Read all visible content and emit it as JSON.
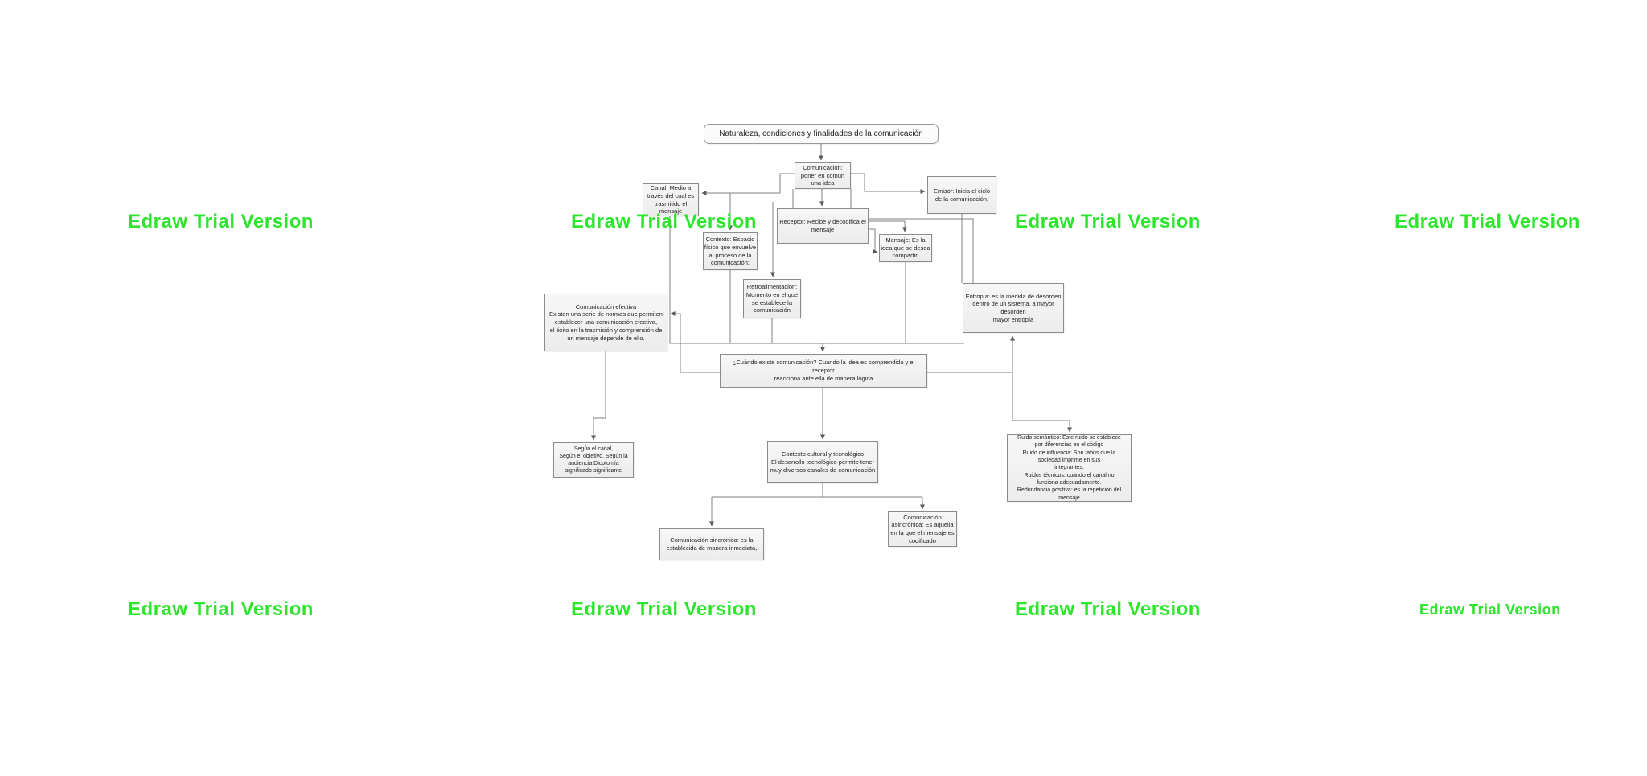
{
  "watermark": {
    "text": "Edraw Trial Version",
    "color": "#2ee52e"
  },
  "diagram": {
    "title": "Naturaleza, condiciones y finalidades de la comunicación",
    "edge_color": "#7f7f7f",
    "node_fill": "#f0f0f0",
    "node_border": "#8c8c8c",
    "nodes": [
      {
        "id": "titulo",
        "text": "Naturaleza, condiciones y finalidades de la comunicación"
      },
      {
        "id": "comunicacion",
        "text": "Comunicación:\nponer en común\nuna idea"
      },
      {
        "id": "canal",
        "text": "Canal: Medio a\ntravés del cual es\ntrasmitido el\nmensaje"
      },
      {
        "id": "emisor",
        "text": "Emisor: Inicia el ciclo\nde la comunicación,"
      },
      {
        "id": "receptor",
        "text": "Receptor: Recibe y decodifica el\nmensaje"
      },
      {
        "id": "contexto",
        "text": "Contexto: Espacio\nfísico que envuelve\nal proceso de la\ncomunicación;"
      },
      {
        "id": "mensaje",
        "text": "Mensaje: Es la\nidea que se desea\ncompartir,"
      },
      {
        "id": "retroalimentacion",
        "text": "Retroalimentación:\nMomento en el que\nse establece la\ncomunicación"
      },
      {
        "id": "entropia",
        "text": "Entropía: es la medida de desorden\ndentro de un sistema, a mayor\ndesorden\nmayor entropía"
      },
      {
        "id": "comunicacion-efectiva",
        "text": "Comunicación efectiva\nExisten una serie de normas que permiten\nestablecer una comunicación efectiva,\nel éxito en la trasmisión y comprensión de\nun mensaje depende de ello."
      },
      {
        "id": "cuando-existe",
        "text": "¿Cuándo existe comunicación? Cuando la idea es comprendida y el\nreceptor\nreacciona ante ella de manera lógica"
      },
      {
        "id": "segun-canal",
        "text": "Según el canal,\nSegún el objetivo, Según la\naudiencia.Dicotomía\nsignificado-significante"
      },
      {
        "id": "contexto-cultural",
        "text": "Contexto cultural y tecnológico\nEl desarrollo tecnológico permite tener\nmuy diversos canales de comunicación"
      },
      {
        "id": "ruidos",
        "text": "Ruido semántico: Este ruido se establece\npor diferencias en el código\nRuido de influencia: Son tabús que la\nsociedad imprime en sus\nintegrantes.\nRuidos técnicos: cuando el canal no\nfunciona adecuadamente.\nRedundancia positiva: es la repetición del\nmensaje"
      },
      {
        "id": "comunicacion-sincronica",
        "text": "Comunicación sincrónica: es la\nestablecida de manera inmediata,"
      },
      {
        "id": "comunicacion-asincronica",
        "text": "Comunicación\nasincrónica: Es aquella\nen la que el mensaje es\ncodificado"
      }
    ]
  }
}
